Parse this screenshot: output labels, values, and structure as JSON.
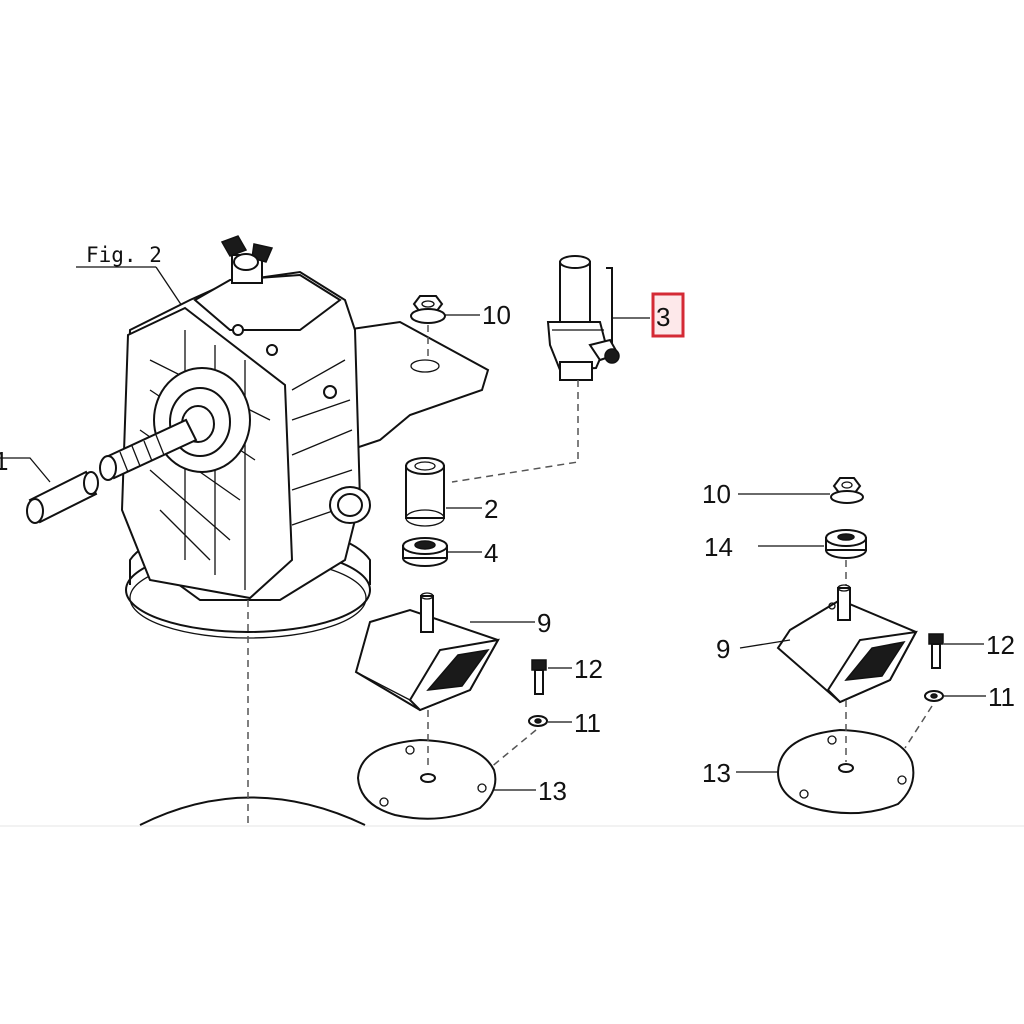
{
  "figure": {
    "label": "Fig. 2"
  },
  "colors": {
    "highlight": "#d42a35",
    "line": "#111111",
    "background": "#ffffff"
  },
  "callouts": {
    "left_1": "1",
    "left_2": "2",
    "left_3": "3",
    "left_4": "4",
    "left_9": "9",
    "left_10": "10",
    "left_11": "11",
    "left_12": "12",
    "left_13": "13",
    "right_9": "9",
    "right_10": "10",
    "right_11": "11",
    "right_12": "12",
    "right_13": "13",
    "right_14": "14"
  },
  "highlighted_part": "3"
}
